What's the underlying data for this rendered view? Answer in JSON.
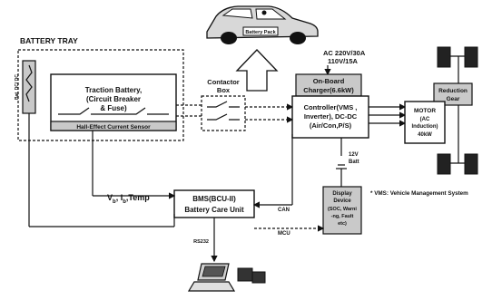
{
  "battery_tray_label": "BATTERY TRAY",
  "battery_pack_label": "Battery Pack",
  "side_sensor_label": "Bat. DC/ DC",
  "traction_battery": {
    "line1": "Traction Battery,",
    "line2": "(Circuit Breaker",
    "line3": "& Fuse)"
  },
  "hall_sensor_label": "Hall-Effect Current Sensor",
  "contactor_box": {
    "line1": "Contactor",
    "line2": "Box"
  },
  "ac_input": {
    "line1": "AC 220V/30A",
    "line2": "110V/15A"
  },
  "charger": {
    "line1": "On-Board",
    "line2": "Charger(6.6kW)"
  },
  "controller": {
    "line1": "Controller(VMS ,",
    "line2": "Inverter), DC-DC",
    "line3": "(Air/Con,P/S)"
  },
  "reduction_gear": {
    "line1": "Reduction",
    "line2": "Gear"
  },
  "motor": {
    "line1": "MOTOR",
    "line2": "(AC",
    "line3": "Induction)",
    "line4": "40kW"
  },
  "battery_12v": {
    "line1": "12V",
    "line2": "Batt"
  },
  "display": {
    "line1": "Display",
    "line2": "Device",
    "line3": "(SOC, Warni",
    "line4": "-ng, Fault",
    "line5": "etc)"
  },
  "vms_note": "* VMS: Vehicle Management System",
  "bms": {
    "line1": "BMS(BCU-II)",
    "line2": "Battery Care Unit"
  },
  "signals": {
    "v": "V",
    "v_sub": "b",
    "i": ", I",
    "i_sub": "b",
    "temp": ",Temp"
  },
  "can_label": "CAN",
  "mcu_label": "MCU",
  "rs232_label": "RS232"
}
